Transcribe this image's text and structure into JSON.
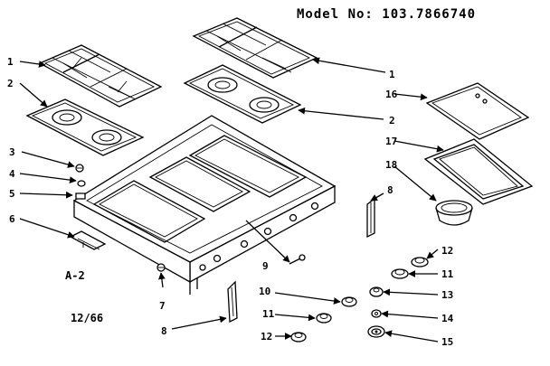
{
  "header": {
    "model": "Model No: 103.7866740"
  },
  "figure_id": "A-2",
  "date_code": "12/66",
  "callouts": [
    "1",
    "1",
    "2",
    "2",
    "3",
    "4",
    "5",
    "6",
    "7",
    "8",
    "8",
    "9",
    "10",
    "11",
    "11",
    "12",
    "12",
    "13",
    "14",
    "15",
    "16",
    "17",
    "18"
  ]
}
